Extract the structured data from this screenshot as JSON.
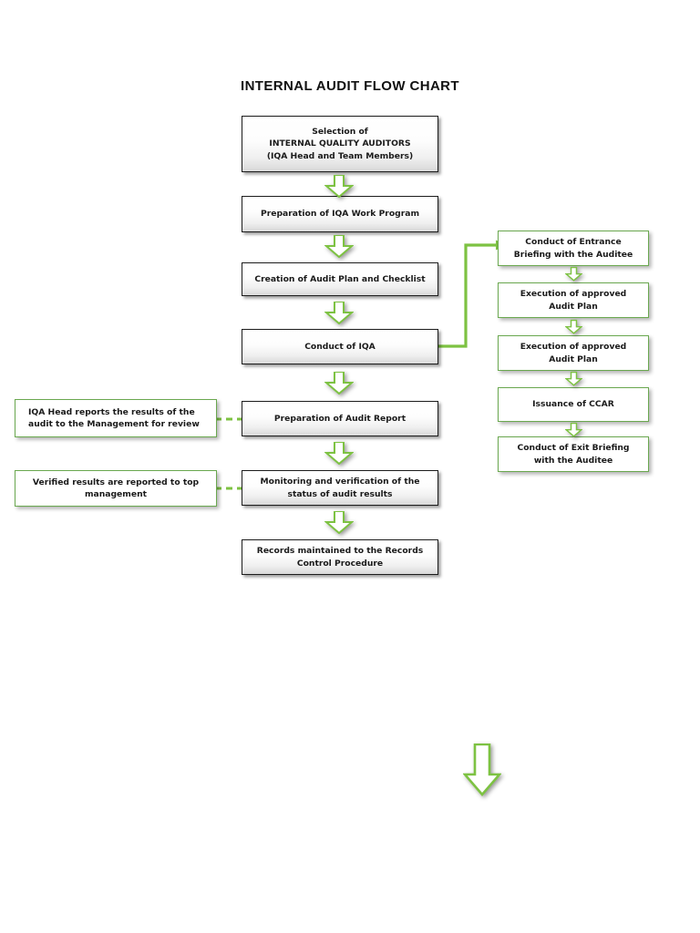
{
  "title": "INTERNAL AUDIT FLOW CHART",
  "colors": {
    "accent_green": "#7DC242",
    "box_border_green": "#6AA84F",
    "box_border_dark": "#1C1C1C",
    "arrow_fill": "#FFFFFF",
    "text": "#1A1A1A",
    "background": "#FFFFFF"
  },
  "main_flow": {
    "label": "main-process-column",
    "nodes": [
      {
        "id": "selection",
        "text": "Selection of\nINTERNAL QUALITY AUDITORS\n(IQA Head and Team Members)",
        "style": "dark"
      },
      {
        "id": "work-program",
        "text": "Preparation of IQA Work Program",
        "style": "dark"
      },
      {
        "id": "audit-plan",
        "text": "Creation of Audit Plan and Checklist",
        "style": "dark"
      },
      {
        "id": "conduct-iqa",
        "text": "Conduct of IQA",
        "style": "dark"
      },
      {
        "id": "audit-report",
        "text": "Preparation of Audit Report",
        "style": "dark"
      },
      {
        "id": "monitoring",
        "text": "Monitoring and verification of the\nstatus of audit results",
        "style": "dark"
      },
      {
        "id": "records",
        "text": "Records maintained to the Records\nControl Procedure",
        "style": "dark"
      }
    ]
  },
  "sub_flow": {
    "label": "iqa-conduct-subprocess-column",
    "nodes": [
      {
        "id": "entrance-briefing",
        "text": "Conduct of Entrance\nBriefing with the Auditee",
        "style": "green"
      },
      {
        "id": "execution-1",
        "text": "Execution of approved\nAudit Plan",
        "style": "green"
      },
      {
        "id": "execution-2",
        "text": "Execution of approved\nAudit Plan",
        "style": "green"
      },
      {
        "id": "ccar",
        "text": "Issuance of CCAR",
        "style": "green"
      },
      {
        "id": "exit-briefing",
        "text": "Conduct of Exit Briefing\nwith the Auditee",
        "style": "green"
      }
    ]
  },
  "callouts": {
    "label": "side-annotations",
    "nodes": [
      {
        "id": "callout-report",
        "text": "IQA Head reports the results of the\naudit to the Management for review",
        "style": "green",
        "align": "left"
      },
      {
        "id": "callout-verified",
        "text": "Verified results are reported to top\nmanagement",
        "style": "green",
        "align": "center"
      }
    ]
  },
  "connectors": [
    {
      "id": "conn-selection-work",
      "kind": "down-arrow",
      "from": "selection",
      "to": "work-program"
    },
    {
      "id": "conn-work-plan",
      "kind": "down-arrow",
      "from": "work-program",
      "to": "audit-plan"
    },
    {
      "id": "conn-plan-conduct",
      "kind": "down-arrow",
      "from": "audit-plan",
      "to": "conduct-iqa"
    },
    {
      "id": "conn-conduct-report",
      "kind": "down-arrow",
      "from": "conduct-iqa",
      "to": "audit-report"
    },
    {
      "id": "conn-report-monitoring",
      "kind": "down-arrow",
      "from": "audit-report",
      "to": "monitoring"
    },
    {
      "id": "conn-monitoring-records",
      "kind": "down-arrow",
      "from": "monitoring",
      "to": "records"
    },
    {
      "id": "conn-entrance-exec1",
      "kind": "down-arrow-small",
      "from": "entrance-briefing",
      "to": "execution-1"
    },
    {
      "id": "conn-exec1-exec2",
      "kind": "down-arrow-small",
      "from": "execution-1",
      "to": "execution-2"
    },
    {
      "id": "conn-exec2-ccar",
      "kind": "down-arrow-small",
      "from": "execution-2",
      "to": "ccar"
    },
    {
      "id": "conn-ccar-exit",
      "kind": "down-arrow-small",
      "from": "ccar",
      "to": "exit-briefing"
    },
    {
      "id": "conn-iqa-entrance",
      "kind": "elbow-line",
      "from": "conduct-iqa",
      "to": "entrance-briefing"
    },
    {
      "id": "conn-callout-report",
      "kind": "dashed-line",
      "from": "callout-report",
      "to": "audit-report"
    },
    {
      "id": "conn-callout-verified",
      "kind": "dashed-line",
      "from": "callout-verified",
      "to": "monitoring"
    }
  ],
  "stray_arrow": {
    "id": "stray-down-arrow",
    "kind": "down-arrow-large"
  }
}
